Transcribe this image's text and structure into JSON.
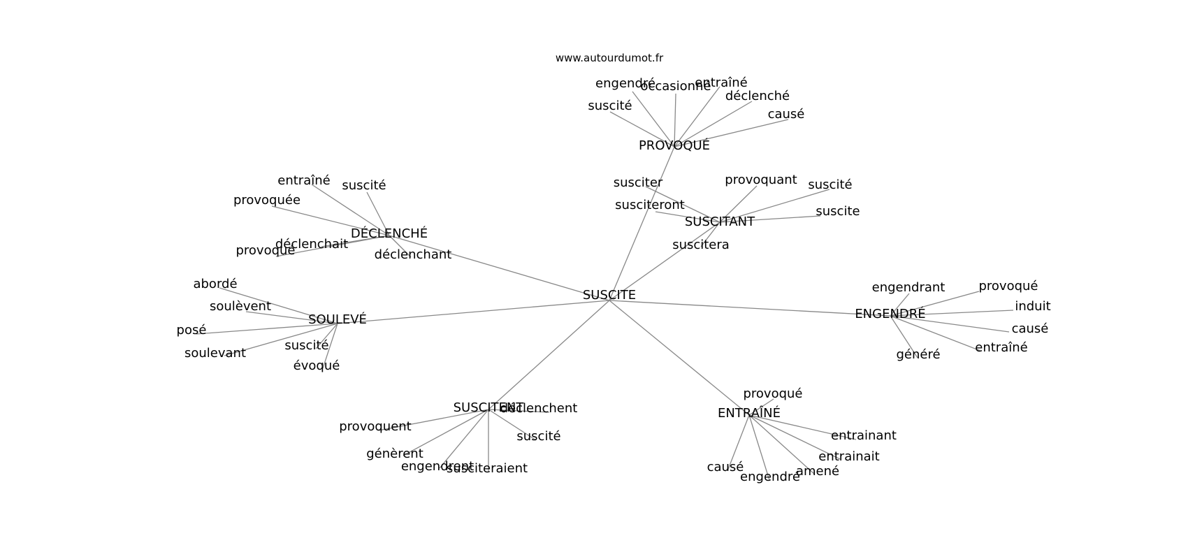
{
  "watermark": "www.autourdumot.fr",
  "graph": {
    "center": "SUSCITE",
    "hubs": [
      {
        "label": "PROVOQUÉ",
        "leaves": [
          "engendré",
          "occasionné",
          "entraîné",
          "suscité",
          "déclenché",
          "causé"
        ]
      },
      {
        "label": "SUSCITANT",
        "leaves": [
          "susciter",
          "provoquant",
          "suscité",
          "susciteront",
          "suscite",
          "suscitera"
        ]
      },
      {
        "label": "DÉCLENCHÉ",
        "leaves": [
          "entraîné",
          "suscité",
          "provoquée",
          "déclenchait",
          "provoqué",
          "déclenchant"
        ]
      },
      {
        "label": "SOULEVÉ",
        "leaves": [
          "abordé",
          "soulèvent",
          "posé",
          "soulevant",
          "suscité",
          "évoqué"
        ]
      },
      {
        "label": "ENGENDRÉ",
        "leaves": [
          "engendrant",
          "provoqué",
          "induit",
          "causé",
          "entraîné",
          "généré"
        ]
      },
      {
        "label": "SUSCITENT",
        "leaves": [
          "déclenchent",
          "provoquent",
          "suscité",
          "génèrent",
          "engendrent",
          "susciteraient"
        ]
      },
      {
        "label": "ENTRAÎNÉ",
        "leaves": [
          "provoqué",
          "entrainant",
          "entrainait",
          "causé",
          "engendré",
          "amené"
        ]
      }
    ]
  }
}
